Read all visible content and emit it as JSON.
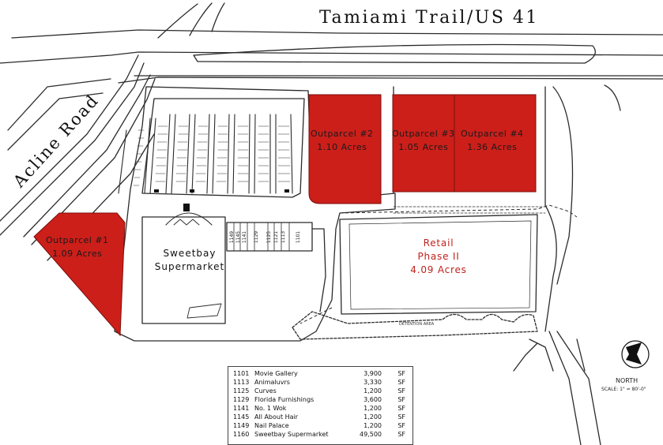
{
  "roads": {
    "main": "Tamiami Trail/US 41",
    "side": "Acline Road"
  },
  "parcels": [
    {
      "name": "Outparcel #1",
      "size": "1.09 Acres"
    },
    {
      "name": "Outparcel #2",
      "size": "1.10 Acres"
    },
    {
      "name": "Outparcel #3",
      "size": "1.05 Acres"
    },
    {
      "name": "Outparcel #4",
      "size": "1.36 Acres"
    }
  ],
  "retail": {
    "line1": "Retail",
    "line2": "Phase II",
    "line3": "4.09 Acres"
  },
  "anchor": {
    "line1": "Sweetbay",
    "line2": "Supermarket"
  },
  "units": [
    "1149",
    "1145",
    "1141",
    "1129",
    "1125",
    "1121",
    "1113",
    "1101"
  ],
  "detention": "DETENTION AREA",
  "compass": {
    "label": "NORTH",
    "scale": "SCALE: 1\" = 80'-0\""
  },
  "tenants": [
    {
      "unit": "1101",
      "name": "Movie Gallery",
      "size": "3,900",
      "uom": "SF"
    },
    {
      "unit": "1113",
      "name": "Animaluvrs",
      "size": "3,330",
      "uom": "SF"
    },
    {
      "unit": "1125",
      "name": "Curves",
      "size": "1,200",
      "uom": "SF"
    },
    {
      "unit": "1129",
      "name": "Florida Furnishings",
      "size": "3,600",
      "uom": "SF"
    },
    {
      "unit": "1141",
      "name": "No. 1 Wok",
      "size": "1,200",
      "uom": "SF"
    },
    {
      "unit": "1145",
      "name": "All About Hair",
      "size": "1,200",
      "uom": "SF"
    },
    {
      "unit": "1149",
      "name": "Nail Palace",
      "size": "1,200",
      "uom": "SF"
    },
    {
      "unit": "1160",
      "name": "Sweetbay Supermarket",
      "size": "49,500",
      "uom": "SF"
    }
  ],
  "colors": {
    "parcel": "#cc1f1a",
    "line": "#2b2b2b",
    "retail_text": "#c0221d"
  }
}
